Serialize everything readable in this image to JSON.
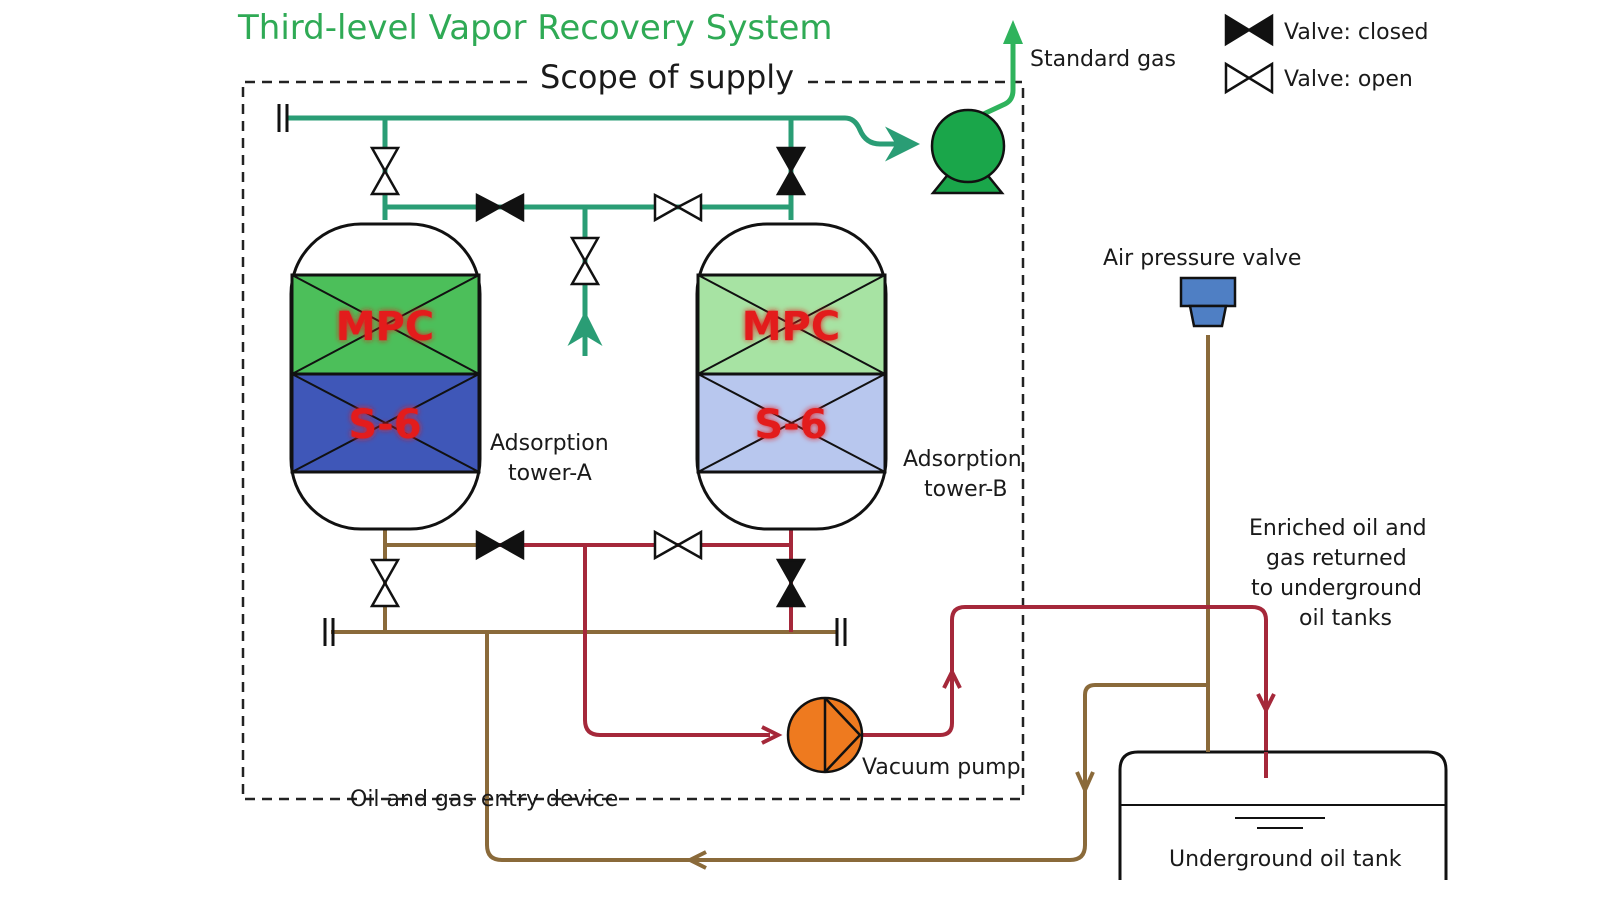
{
  "title": "Third-level Vapor Recovery System",
  "scope_label": "Scope of supply",
  "legend": {
    "closed_label": "Valve: closed",
    "open_label": "Valve: open"
  },
  "labels": {
    "standard_gas": "Standard gas",
    "air_pressure_valve": "Air pressure valve",
    "tower_a_line1": "Adsorption",
    "tower_a_line2": "tower-A",
    "tower_b_line1": "Adsorption",
    "tower_b_line2": "tower-B",
    "enriched_line1": "Enriched oil and",
    "enriched_line2": "gas  returned",
    "enriched_line3": "to underground",
    "enriched_line4": "oil tanks",
    "vacuum_pump": "Vacuum pump",
    "entry_device": "Oil and gas entry device",
    "underground_tank": "Underground oil tank"
  },
  "media": {
    "upper": "MPC",
    "lower": "S-6"
  },
  "colors": {
    "title": "#2faa55",
    "gas_line": "#2a9d75",
    "standard_gas_arrow": "#2fb35c",
    "oil_line": "#8a6a3a",
    "vacuum_line": "#a5283a",
    "pump_green": "#1aa64a",
    "pump_orange": "#ee7a1f",
    "mpc_green": "#4cbf5a",
    "mpc_green_light": "#a7e3a3",
    "s6_blue": "#3f57b8",
    "s6_blue_light": "#b8c7ee",
    "air_valve_blue": "#4f7fc4"
  }
}
